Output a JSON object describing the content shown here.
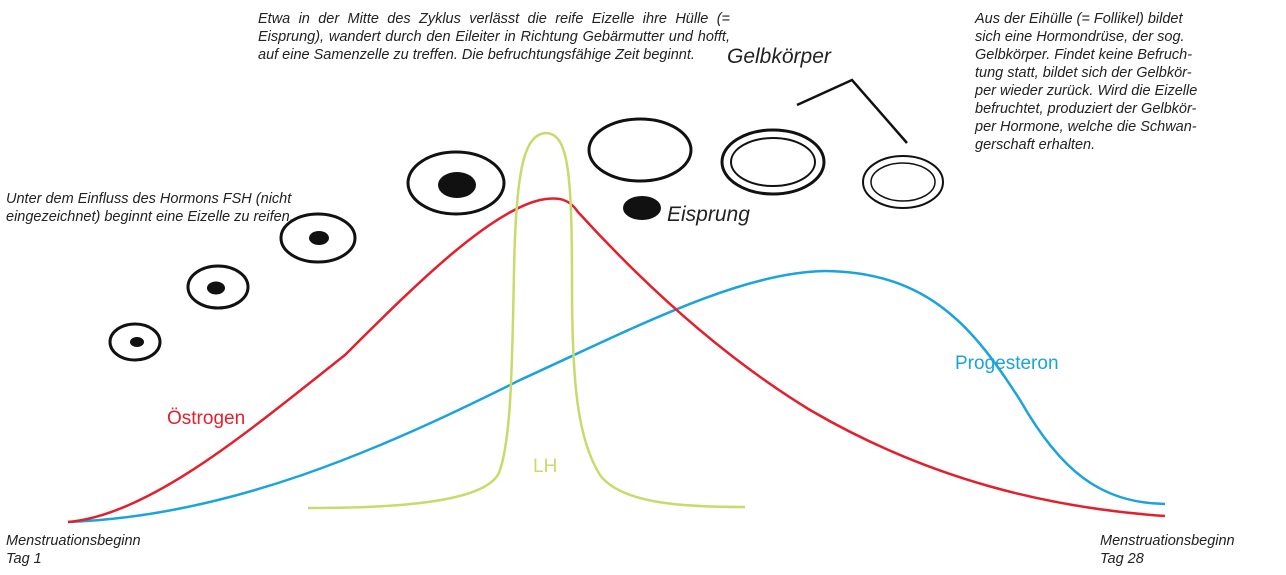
{
  "notes": {
    "left": "Unter dem Einfluss des Hormons FSH (nicht eingezeichnet) beginnt eine Eizelle zu reifen.",
    "top": "Etwa in der Mitte des Zyklus verlässt die reife Eizelle ihre Hülle (= Eisprung), wandert durch den Eileiter in Richtung Gebärmutter und hofft, auf eine Samenzelle zu treffen. Die befruchtungsfähige Zeit beginnt.",
    "right_lines": [
      "Aus der Eihülle (= Follikel) bildet",
      "sich eine Hormondrüse, der sog.",
      "Gelbkörper. Findet keine Befruch-",
      "tung statt, bildet sich der Gelbkör-",
      "per wieder zurück. Wird die Eizelle",
      "befruchtet, produziert der Gelbkör-",
      "per Hormone, welche die Schwan-",
      "gerschaft erhalten."
    ]
  },
  "labels": {
    "gelbkoerper": "Gelbkörper",
    "eisprung": "Eisprung"
  },
  "curves": {
    "oestrogen": {
      "label": "Östrogen",
      "color": "#e41f2d"
    },
    "lh": {
      "label": "LH",
      "color": "#c7db6b"
    },
    "progesteron": {
      "label": "Progesteron",
      "color": "#1aa3dc"
    }
  },
  "axis": {
    "start_line1": "Menstruationsbeginn",
    "start_line2": "Tag 1",
    "end_line1": "Menstruationsbeginn",
    "end_line2": "Tag 28"
  }
}
